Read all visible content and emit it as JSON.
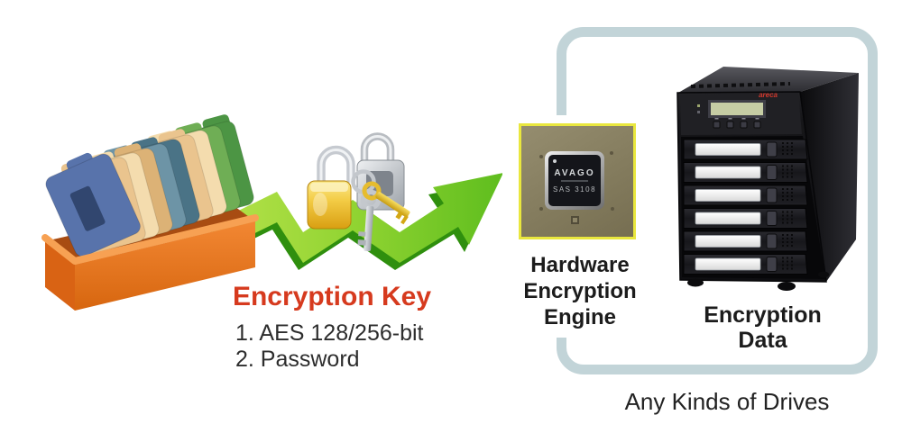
{
  "labels": {
    "encryption_key_title": "Encryption Key",
    "encryption_key_item_1": "1. AES 128/256-bit",
    "encryption_key_item_2": "2. Password",
    "engine_line_1": "Hardware",
    "engine_line_2": "Encryption",
    "engine_line_3": "Engine",
    "data_line_1": "Encryption",
    "data_line_2": "Data",
    "caption": "Any Kinds of Drives"
  },
  "chip": {
    "brand": "AVAGO",
    "model": "SAS 3108"
  },
  "device": {
    "brand": "areca",
    "drive_bays": 6
  },
  "icons": {
    "folder_box": "file-folders-in-orange-box",
    "zigzag_arrow": "green-zigzag-growth-arrow",
    "gold_padlock": "gold-padlock",
    "silver_padlock": "silver-padlock",
    "keys": "key-ring-with-keys",
    "chip": "hardware-raid-chip",
    "tower": "six-bay-raid-tower"
  },
  "colors": {
    "title_red": "#d63a1e",
    "arrow_green": "#8fd331",
    "arrow_green_dark": "#2f8f0e",
    "frame_border": "#c2d4d8",
    "chip_substrate": "#877f61",
    "chip_border_yellow": "#e9e73e",
    "box_orange": "#f28733",
    "text_dark": "#1c1c1c"
  }
}
